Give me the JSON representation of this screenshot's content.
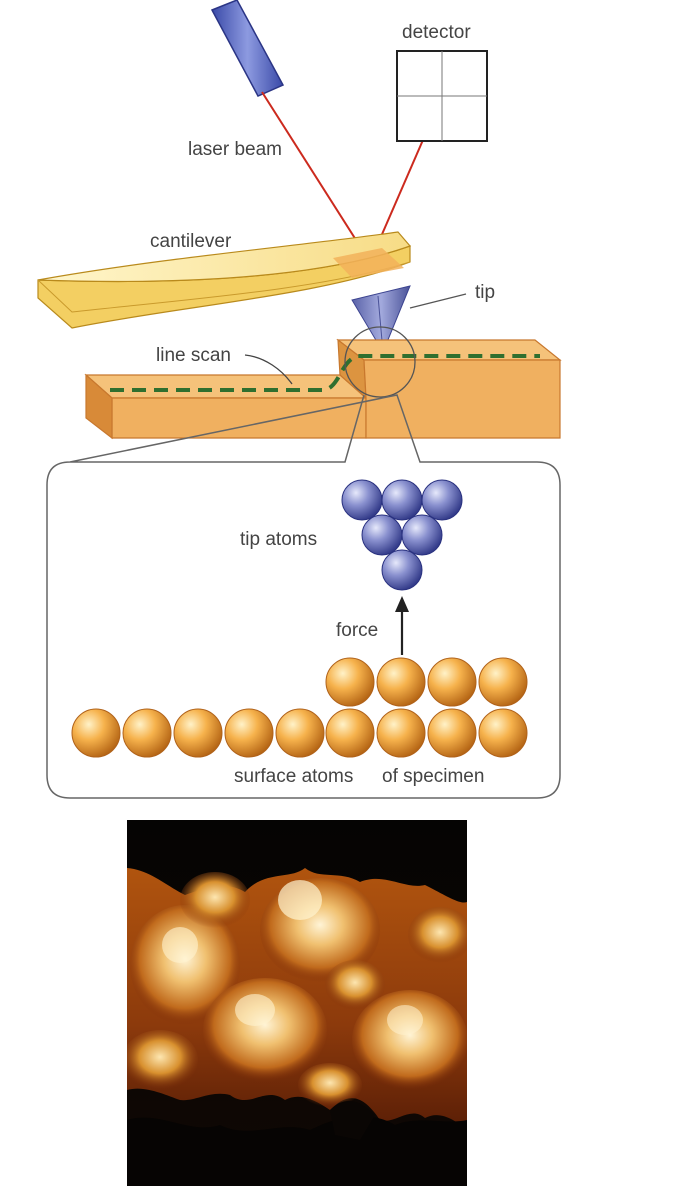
{
  "labels": {
    "detector": "detector",
    "laser_beam": "laser beam",
    "cantilever": "cantilever",
    "tip": "tip",
    "line_scan": "line scan",
    "tip_atoms": "tip atoms",
    "force": "force",
    "surface_atoms": "surface atoms",
    "of_specimen": "of specimen"
  },
  "colors": {
    "laser": "#cc2a1e",
    "specimen": "#f0b060",
    "specimen_edge": "#c8782e",
    "line_scan": "#2f6f2f",
    "cantilever": "#fbe7a0",
    "tip": "#7b84c6",
    "tip_atom": "#7e85c4",
    "surface_atom": "#f2a43c",
    "laser_source": "#5a69c0"
  },
  "icons": {
    "laser_source": "laser-source-icon",
    "detector": "quad-detector-icon",
    "afm_image": "afm-surface-image"
  }
}
